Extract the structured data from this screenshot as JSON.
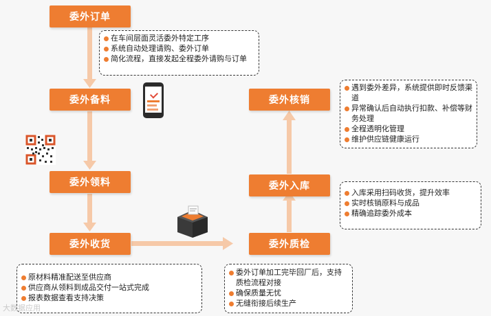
{
  "steps": {
    "order": "委外订单",
    "prepare": "委外备料",
    "pick": "委外领料",
    "receive": "委外收货",
    "inspect": "委外质检",
    "stock_in": "委外入库",
    "verify": "委外核销"
  },
  "notes": {
    "order": [
      "在车间层面灵活委外特定工序",
      "系统自动处理请购、委外订单",
      "简化流程，直接发起全程委外请购与订单"
    ],
    "verify": [
      "遇到委外差异，系统提供即时反馈渠道",
      "异常确认后自动执行扣款、补偿等财务处理",
      "全程透明化管理",
      "维护供应链健康运行"
    ],
    "stock_in": [
      "入库采用扫码收货，提升效率",
      "实时核销原料与成品",
      "精确追踪委外成本"
    ],
    "receive": [
      "原材料精准配送至供应商",
      "供应商从领料到成品交付一站式完成",
      "报表数据查看支持决策"
    ],
    "inspect": [
      "委外订单加工完毕回厂后，支持质检流程对接",
      "确保质量无忧",
      "无缝衔接后续生产"
    ]
  },
  "colors": {
    "step_fill": "#ee7d31",
    "arrow": "#f6c9a8",
    "bullet": "#ee7d31"
  },
  "icons": [
    "phone-checklist-icon",
    "qr-code-icon",
    "label-printer-icon"
  ],
  "watermark": "大数据应用"
}
